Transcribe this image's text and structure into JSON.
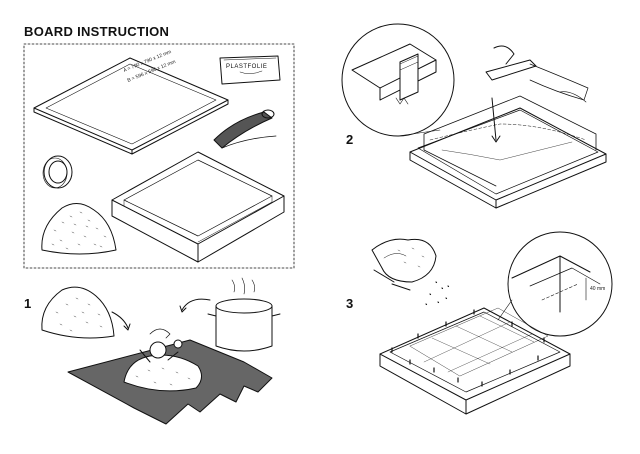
{
  "title": "BOARD INSTRUCTION",
  "materials": {
    "dim_a": "A = 790 x 790 x 12 mm",
    "dim_b": "B = 596 x 596 x 12 mm",
    "plastic_label": "PLASTFOLIE"
  },
  "steps": [
    {
      "number": "1"
    },
    {
      "number": "2"
    },
    {
      "number": "3"
    }
  ],
  "step3": {
    "measure": "40 mm"
  }
}
